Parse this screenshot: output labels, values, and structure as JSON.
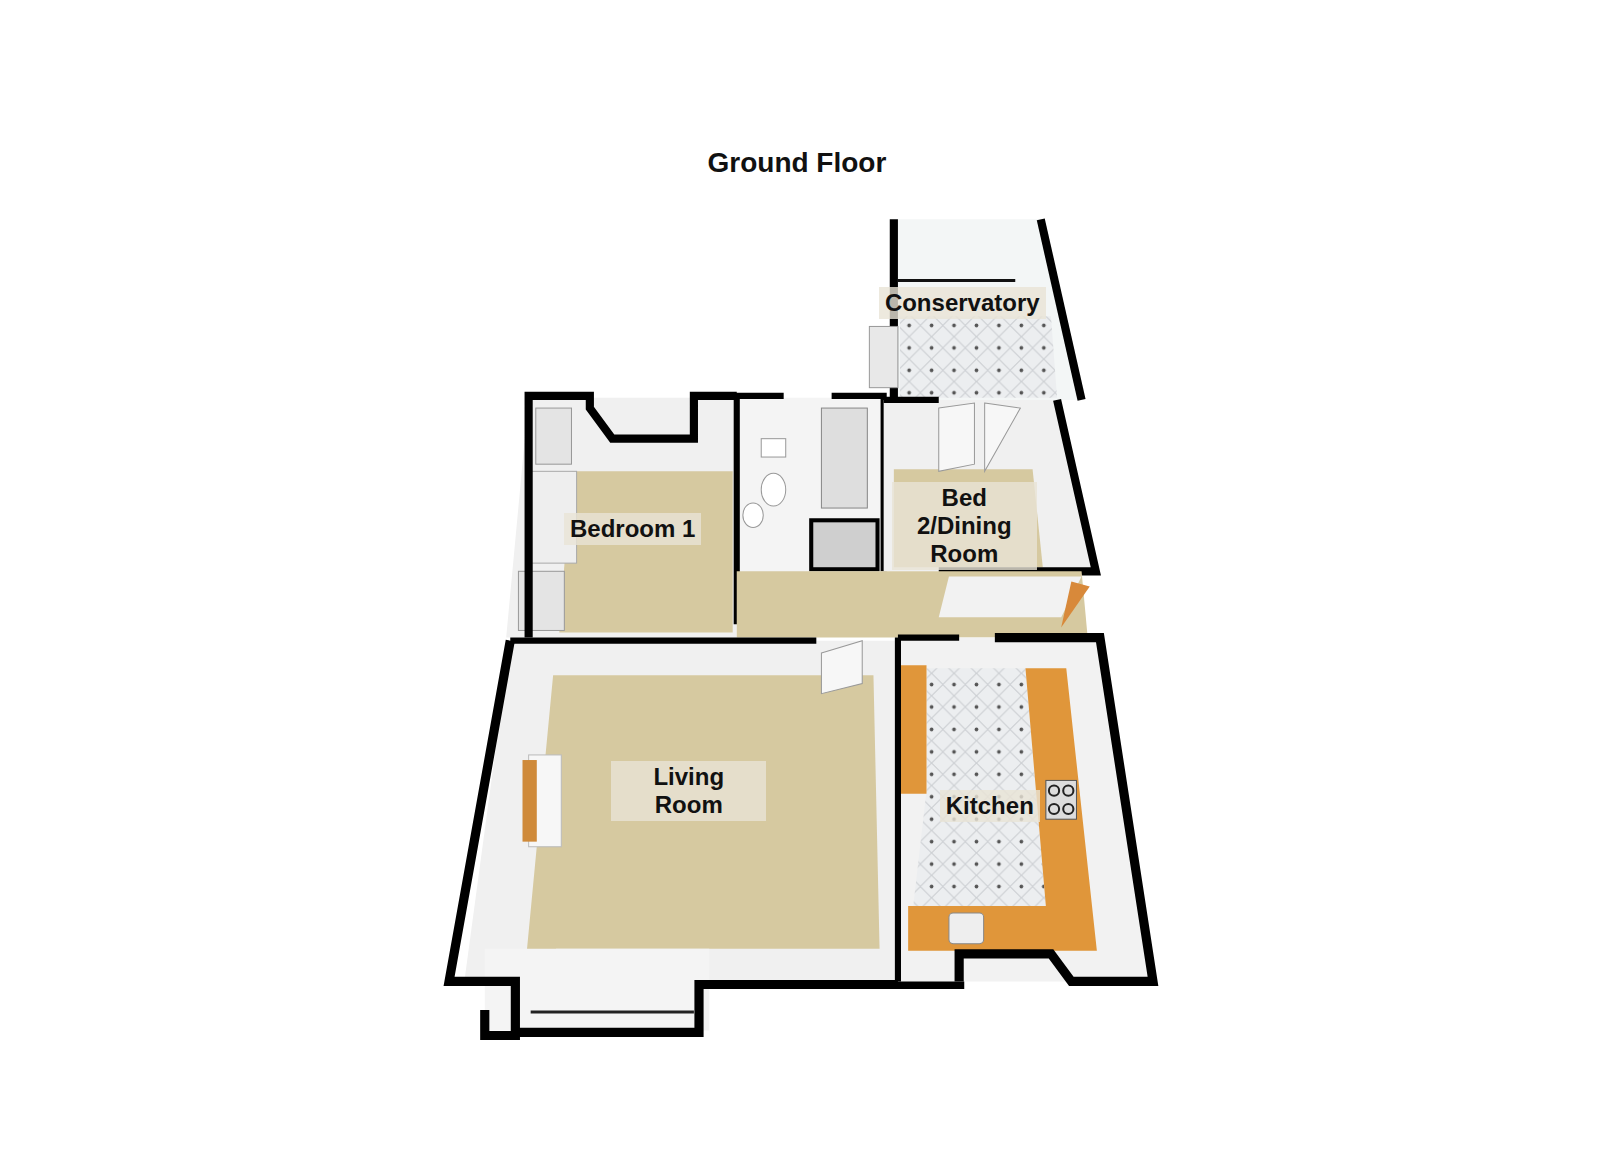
{
  "diagram": {
    "title": "Ground Floor",
    "nodes": [
      {
        "text": [
          "Conservatory"
        ]
      },
      {
        "text": [
          "Bedroom 1"
        ]
      },
      {
        "text": [
          "Bed 2/Dining Room"
        ]
      },
      {
        "text": [
          "Living Room"
        ]
      },
      {
        "text": [
          "Kitchen"
        ]
      }
    ]
  }
}
